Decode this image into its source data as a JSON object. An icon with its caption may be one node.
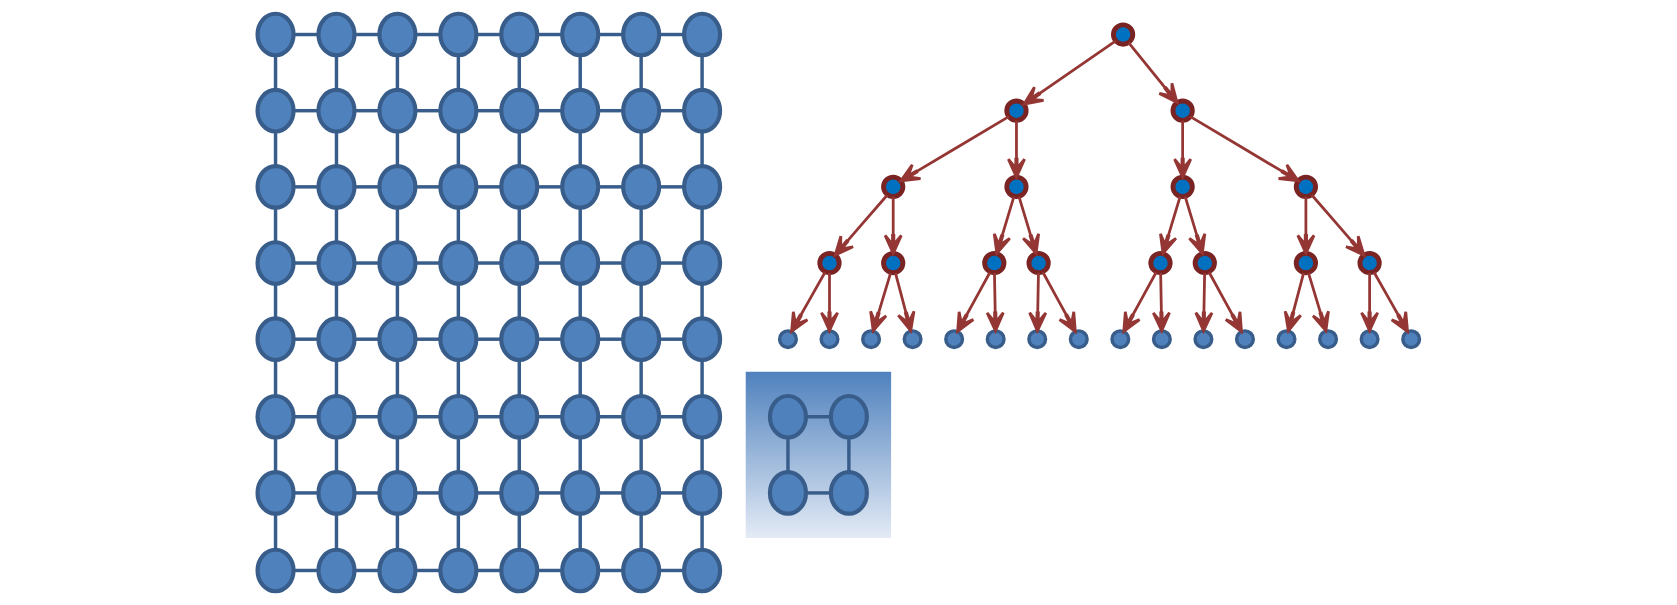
{
  "diagram": {
    "nodes": [
      {
        "text": [],
        "shape": "ellipse"
      },
      {
        "text": [],
        "shape": "ellipse"
      },
      {
        "text": [],
        "shape": "ellipse"
      },
      {
        "text": [],
        "shape": "ellipse"
      },
      {
        "text": [],
        "shape": "ellipse"
      },
      {
        "text": [],
        "shape": "ellipse"
      },
      {
        "text": [],
        "shape": "ellipse"
      },
      {
        "text": [],
        "shape": "ellipse"
      },
      {
        "text": [],
        "shape": "ellipse"
      },
      {
        "text": [],
        "shape": "ellipse"
      },
      {
        "text": [],
        "shape": "ellipse"
      },
      {
        "text": [],
        "shape": "ellipse"
      },
      {
        "text": [],
        "shape": "ellipse"
      },
      {
        "text": [],
        "shape": "ellipse"
      },
      {
        "text": [],
        "shape": "ellipse"
      },
      {
        "text": [],
        "shape": "ellipse"
      },
      {
        "text": [],
        "shape": "ellipse"
      },
      {
        "text": [],
        "shape": "ellipse"
      },
      {
        "text": [],
        "shape": "ellipse"
      },
      {
        "text": [],
        "shape": "ellipse"
      },
      {
        "text": [],
        "shape": "ellipse"
      },
      {
        "text": [],
        "shape": "ellipse"
      },
      {
        "text": [],
        "shape": "ellipse"
      },
      {
        "text": [],
        "shape": "ellipse"
      },
      {
        "text": [],
        "shape": "ellipse"
      },
      {
        "text": [],
        "shape": "ellipse"
      },
      {
        "text": [],
        "shape": "ellipse"
      },
      {
        "text": [],
        "shape": "ellipse"
      },
      {
        "text": [],
        "shape": "ellipse"
      },
      {
        "text": [],
        "shape": "ellipse"
      },
      {
        "text": [],
        "shape": "ellipse"
      },
      {
        "text": [],
        "shape": "ellipse"
      },
      {
        "text": [],
        "shape": "ellipse"
      },
      {
        "text": [],
        "shape": "ellipse"
      },
      {
        "text": [],
        "shape": "ellipse"
      },
      {
        "text": [],
        "shape": "ellipse"
      },
      {
        "text": [],
        "shape": "ellipse"
      },
      {
        "text": [],
        "shape": "ellipse"
      },
      {
        "text": [],
        "shape": "ellipse"
      },
      {
        "text": [],
        "shape": "ellipse"
      },
      {
        "text": [],
        "shape": "ellipse"
      },
      {
        "text": [],
        "shape": "ellipse"
      },
      {
        "text": [],
        "shape": "ellipse"
      },
      {
        "text": [],
        "shape": "ellipse"
      },
      {
        "text": [],
        "shape": "ellipse"
      },
      {
        "text": [],
        "shape": "ellipse"
      },
      {
        "text": [],
        "shape": "ellipse"
      },
      {
        "text": [],
        "shape": "ellipse"
      },
      {
        "text": [],
        "shape": "ellipse"
      },
      {
        "text": [],
        "shape": "ellipse"
      },
      {
        "text": [],
        "shape": "ellipse"
      },
      {
        "text": [],
        "shape": "ellipse"
      },
      {
        "text": [],
        "shape": "ellipse"
      },
      {
        "text": [],
        "shape": "ellipse"
      },
      {
        "text": [],
        "shape": "ellipse"
      },
      {
        "text": [],
        "shape": "ellipse"
      },
      {
        "text": [],
        "shape": "ellipse"
      },
      {
        "text": [],
        "shape": "ellipse"
      },
      {
        "text": [],
        "shape": "ellipse"
      },
      {
        "text": [],
        "shape": "ellipse"
      },
      {
        "text": [],
        "shape": "ellipse"
      },
      {
        "text": [],
        "shape": "ellipse"
      },
      {
        "text": [],
        "shape": "ellipse"
      },
      {
        "text": [],
        "shape": "ellipse"
      },
      {
        "text": [],
        "shape": "circle"
      },
      {
        "text": [],
        "shape": "circle"
      },
      {
        "text": [],
        "shape": "circle"
      },
      {
        "text": [],
        "shape": "circle"
      },
      {
        "text": [],
        "shape": "circle"
      },
      {
        "text": [],
        "shape": "circle"
      },
      {
        "text": [],
        "shape": "circle"
      },
      {
        "text": [],
        "shape": "circle"
      },
      {
        "text": [],
        "shape": "circle"
      },
      {
        "text": [],
        "shape": "circle"
      },
      {
        "text": [],
        "shape": "circle"
      },
      {
        "text": [],
        "shape": "circle"
      },
      {
        "text": [],
        "shape": "circle"
      },
      {
        "text": [],
        "shape": "circle"
      },
      {
        "text": [],
        "shape": "circle"
      },
      {
        "text": [],
        "shape": "circle"
      },
      {
        "text": [],
        "shape": "circle"
      },
      {
        "text": [],
        "shape": "circle"
      },
      {
        "text": [],
        "shape": "circle"
      },
      {
        "text": [],
        "shape": "circle"
      },
      {
        "text": [],
        "shape": "circle"
      },
      {
        "text": [],
        "shape": "circle"
      },
      {
        "text": [],
        "shape": "circle"
      },
      {
        "text": [],
        "shape": "circle"
      },
      {
        "text": [],
        "shape": "circle"
      },
      {
        "text": [],
        "shape": "circle"
      },
      {
        "text": [],
        "shape": "circle"
      },
      {
        "text": [],
        "shape": "circle"
      },
      {
        "text": [],
        "shape": "circle"
      },
      {
        "text": [],
        "shape": "circle"
      },
      {
        "text": [],
        "shape": "circle"
      },
      {
        "text": [],
        "shape": "triangle"
      },
      {
        "text": [],
        "shape": "ellipse",
        "in": 95
      },
      {
        "text": [],
        "shape": "ellipse",
        "in": 95
      },
      {
        "text": [],
        "shape": "ellipse",
        "in": 95
      },
      {
        "text": [],
        "shape": "ellipse",
        "in": 95
      }
    ],
    "edges": [
      {
        "from": 0,
        "to": 1,
        "arrow": "none"
      },
      {
        "from": 1,
        "to": 2,
        "arrow": "none"
      },
      {
        "from": 2,
        "to": 3,
        "arrow": "none"
      },
      {
        "from": 3,
        "to": 4,
        "arrow": "none"
      },
      {
        "from": 4,
        "to": 5,
        "arrow": "none"
      },
      {
        "from": 5,
        "to": 6,
        "arrow": "none"
      },
      {
        "from": 6,
        "to": 7,
        "arrow": "none"
      },
      {
        "from": 8,
        "to": 9,
        "arrow": "none"
      },
      {
        "from": 9,
        "to": 10,
        "arrow": "none"
      },
      {
        "from": 10,
        "to": 11,
        "arrow": "none"
      },
      {
        "from": 11,
        "to": 12,
        "arrow": "none"
      },
      {
        "from": 12,
        "to": 13,
        "arrow": "none"
      },
      {
        "from": 13,
        "to": 14,
        "arrow": "none"
      },
      {
        "from": 14,
        "to": 15,
        "arrow": "none"
      },
      {
        "from": 16,
        "to": 17,
        "arrow": "none"
      },
      {
        "from": 17,
        "to": 18,
        "arrow": "none"
      },
      {
        "from": 18,
        "to": 19,
        "arrow": "none"
      },
      {
        "from": 19,
        "to": 20,
        "arrow": "none"
      },
      {
        "from": 20,
        "to": 21,
        "arrow": "none"
      },
      {
        "from": 21,
        "to": 22,
        "arrow": "none"
      },
      {
        "from": 22,
        "to": 23,
        "arrow": "none"
      },
      {
        "from": 24,
        "to": 25,
        "arrow": "none"
      },
      {
        "from": 25,
        "to": 26,
        "arrow": "none"
      },
      {
        "from": 26,
        "to": 27,
        "arrow": "none"
      },
      {
        "from": 27,
        "to": 28,
        "arrow": "none"
      },
      {
        "from": 28,
        "to": 29,
        "arrow": "none"
      },
      {
        "from": 29,
        "to": 30,
        "arrow": "none"
      },
      {
        "from": 30,
        "to": 31,
        "arrow": "none"
      },
      {
        "from": 32,
        "to": 33,
        "arrow": "none"
      },
      {
        "from": 33,
        "to": 34,
        "arrow": "none"
      },
      {
        "from": 34,
        "to": 35,
        "arrow": "none"
      },
      {
        "from": 35,
        "to": 36,
        "arrow": "none"
      },
      {
        "from": 36,
        "to": 37,
        "arrow": "none"
      },
      {
        "from": 37,
        "to": 38,
        "arrow": "none"
      },
      {
        "from": 38,
        "to": 39,
        "arrow": "none"
      },
      {
        "from": 40,
        "to": 41,
        "arrow": "none"
      },
      {
        "from": 41,
        "to": 42,
        "arrow": "none"
      },
      {
        "from": 42,
        "to": 43,
        "arrow": "none"
      },
      {
        "from": 43,
        "to": 44,
        "arrow": "none"
      },
      {
        "from": 44,
        "to": 45,
        "arrow": "none"
      },
      {
        "from": 45,
        "to": 46,
        "arrow": "none"
      },
      {
        "from": 46,
        "to": 47,
        "arrow": "none"
      },
      {
        "from": 48,
        "to": 49,
        "arrow": "none"
      },
      {
        "from": 49,
        "to": 50,
        "arrow": "none"
      },
      {
        "from": 50,
        "to": 51,
        "arrow": "none"
      },
      {
        "from": 51,
        "to": 52,
        "arrow": "none"
      },
      {
        "from": 52,
        "to": 53,
        "arrow": "none"
      },
      {
        "from": 53,
        "to": 54,
        "arrow": "none"
      },
      {
        "from": 54,
        "to": 55,
        "arrow": "none"
      },
      {
        "from": 56,
        "to": 57,
        "arrow": "none"
      },
      {
        "from": 57,
        "to": 58,
        "arrow": "none"
      },
      {
        "from": 58,
        "to": 59,
        "arrow": "none"
      },
      {
        "from": 59,
        "to": 60,
        "arrow": "none"
      },
      {
        "from": 60,
        "to": 61,
        "arrow": "none"
      },
      {
        "from": 61,
        "to": 62,
        "arrow": "none"
      },
      {
        "from": 62,
        "to": 63,
        "arrow": "none"
      },
      {
        "from": 0,
        "to": 8,
        "arrow": "none"
      },
      {
        "from": 1,
        "to": 9,
        "arrow": "none"
      },
      {
        "from": 2,
        "to": 10,
        "arrow": "none"
      },
      {
        "from": 3,
        "to": 11,
        "arrow": "none"
      },
      {
        "from": 4,
        "to": 12,
        "arrow": "none"
      },
      {
        "from": 5,
        "to": 13,
        "arrow": "none"
      },
      {
        "from": 6,
        "to": 14,
        "arrow": "none"
      },
      {
        "from": 7,
        "to": 15,
        "arrow": "none"
      },
      {
        "from": 8,
        "to": 16,
        "arrow": "none"
      },
      {
        "from": 9,
        "to": 17,
        "arrow": "none"
      },
      {
        "from": 10,
        "to": 18,
        "arrow": "none"
      },
      {
        "from": 11,
        "to": 19,
        "arrow": "none"
      },
      {
        "from": 12,
        "to": 20,
        "arrow": "none"
      },
      {
        "from": 13,
        "to": 21,
        "arrow": "none"
      },
      {
        "from": 14,
        "to": 22,
        "arrow": "none"
      },
      {
        "from": 15,
        "to": 23,
        "arrow": "none"
      },
      {
        "from": 16,
        "to": 24,
        "arrow": "none"
      },
      {
        "from": 17,
        "to": 25,
        "arrow": "none"
      },
      {
        "from": 18,
        "to": 26,
        "arrow": "none"
      },
      {
        "from": 19,
        "to": 27,
        "arrow": "none"
      },
      {
        "from": 20,
        "to": 28,
        "arrow": "none"
      },
      {
        "from": 21,
        "to": 29,
        "arrow": "none"
      },
      {
        "from": 22,
        "to": 30,
        "arrow": "none"
      },
      {
        "from": 23,
        "to": 31,
        "arrow": "none"
      },
      {
        "from": 24,
        "to": 32,
        "arrow": "none"
      },
      {
        "from": 25,
        "to": 33,
        "arrow": "none"
      },
      {
        "from": 26,
        "to": 34,
        "arrow": "none"
      },
      {
        "from": 27,
        "to": 35,
        "arrow": "none"
      },
      {
        "from": 28,
        "to": 36,
        "arrow": "none"
      },
      {
        "from": 29,
        "to": 37,
        "arrow": "none"
      },
      {
        "from": 30,
        "to": 38,
        "arrow": "none"
      },
      {
        "from": 31,
        "to": 39,
        "arrow": "none"
      },
      {
        "from": 32,
        "to": 40,
        "arrow": "none"
      },
      {
        "from": 33,
        "to": 41,
        "arrow": "none"
      },
      {
        "from": 34,
        "to": 42,
        "arrow": "none"
      },
      {
        "from": 35,
        "to": 43,
        "arrow": "none"
      },
      {
        "from": 36,
        "to": 44,
        "arrow": "none"
      },
      {
        "from": 37,
        "to": 45,
        "arrow": "none"
      },
      {
        "from": 38,
        "to": 46,
        "arrow": "none"
      },
      {
        "from": 39,
        "to": 47,
        "arrow": "none"
      },
      {
        "from": 40,
        "to": 48,
        "arrow": "none"
      },
      {
        "from": 41,
        "to": 49,
        "arrow": "none"
      },
      {
        "from": 42,
        "to": 50,
        "arrow": "none"
      },
      {
        "from": 43,
        "to": 51,
        "arrow": "none"
      },
      {
        "from": 44,
        "to": 52,
        "arrow": "none"
      },
      {
        "from": 45,
        "to": 53,
        "arrow": "none"
      },
      {
        "from": 46,
        "to": 54,
        "arrow": "none"
      },
      {
        "from": 47,
        "to": 55,
        "arrow": "none"
      },
      {
        "from": 48,
        "to": 56,
        "arrow": "none"
      },
      {
        "from": 49,
        "to": 57,
        "arrow": "none"
      },
      {
        "from": 50,
        "to": 58,
        "arrow": "none"
      },
      {
        "from": 51,
        "to": 59,
        "arrow": "none"
      },
      {
        "from": 52,
        "to": 60,
        "arrow": "none"
      },
      {
        "from": 53,
        "to": 61,
        "arrow": "none"
      },
      {
        "from": 54,
        "to": 62,
        "arrow": "none"
      },
      {
        "from": 55,
        "to": 63,
        "arrow": "none"
      },
      {
        "from": 64,
        "to": 65,
        "arrow": "to",
        "color": "#943634"
      },
      {
        "from": 64,
        "to": 66,
        "arrow": "to",
        "color": "#943634"
      },
      {
        "from": 65,
        "to": 67,
        "arrow": "to",
        "color": "#943634"
      },
      {
        "from": 65,
        "to": 68,
        "arrow": "to",
        "color": "#943634"
      },
      {
        "from": 66,
        "to": 69,
        "arrow": "to",
        "color": "#943634"
      },
      {
        "from": 66,
        "to": 70,
        "arrow": "to",
        "color": "#943634"
      },
      {
        "from": 67,
        "to": 71,
        "arrow": "to",
        "color": "#943634"
      },
      {
        "from": 67,
        "to": 72,
        "arrow": "to",
        "color": "#943634"
      },
      {
        "from": 68,
        "to": 73,
        "arrow": "to",
        "color": "#943634"
      },
      {
        "from": 68,
        "to": 74,
        "arrow": "to",
        "color": "#943634"
      },
      {
        "from": 69,
        "to": 75,
        "arrow": "to",
        "color": "#943634"
      },
      {
        "from": 69,
        "to": 76,
        "arrow": "to",
        "color": "#943634"
      },
      {
        "from": 70,
        "to": 77,
        "arrow": "to",
        "color": "#943634"
      },
      {
        "from": 70,
        "to": 78,
        "arrow": "to",
        "color": "#943634"
      },
      {
        "from": 71,
        "to": 79,
        "arrow": "to",
        "color": "#943634"
      },
      {
        "from": 71,
        "to": 80,
        "arrow": "to",
        "color": "#943634"
      },
      {
        "from": 72,
        "to": 81,
        "arrow": "to",
        "color": "#943634"
      },
      {
        "from": 72,
        "to": 82,
        "arrow": "to",
        "color": "#943634"
      },
      {
        "from": 73,
        "to": 83,
        "arrow": "to",
        "color": "#943634"
      },
      {
        "from": 73,
        "to": 84,
        "arrow": "to",
        "color": "#943634"
      },
      {
        "from": 74,
        "to": 85,
        "arrow": "to",
        "color": "#943634"
      },
      {
        "from": 74,
        "to": 86,
        "arrow": "to",
        "color": "#943634"
      },
      {
        "from": 75,
        "to": 87,
        "arrow": "to",
        "color": "#943634"
      },
      {
        "from": 75,
        "to": 88,
        "arrow": "to",
        "color": "#943634"
      },
      {
        "from": 76,
        "to": 89,
        "arrow": "to",
        "color": "#943634"
      },
      {
        "from": 76,
        "to": 90,
        "arrow": "to",
        "color": "#943634"
      },
      {
        "from": 77,
        "to": 91,
        "arrow": "to",
        "color": "#943634"
      },
      {
        "from": 77,
        "to": 92,
        "arrow": "to",
        "color": "#943634"
      },
      {
        "from": 78,
        "to": 93,
        "arrow": "to",
        "color": "#943634"
      },
      {
        "from": 78,
        "to": 94,
        "arrow": "to",
        "color": "#943634"
      },
      {
        "from": 96,
        "to": 97,
        "arrow": "none"
      },
      {
        "from": 96,
        "to": 98,
        "arrow": "none"
      },
      {
        "from": 97,
        "to": 99,
        "arrow": "none"
      },
      {
        "from": 98,
        "to": 99,
        "arrow": "none"
      }
    ]
  }
}
